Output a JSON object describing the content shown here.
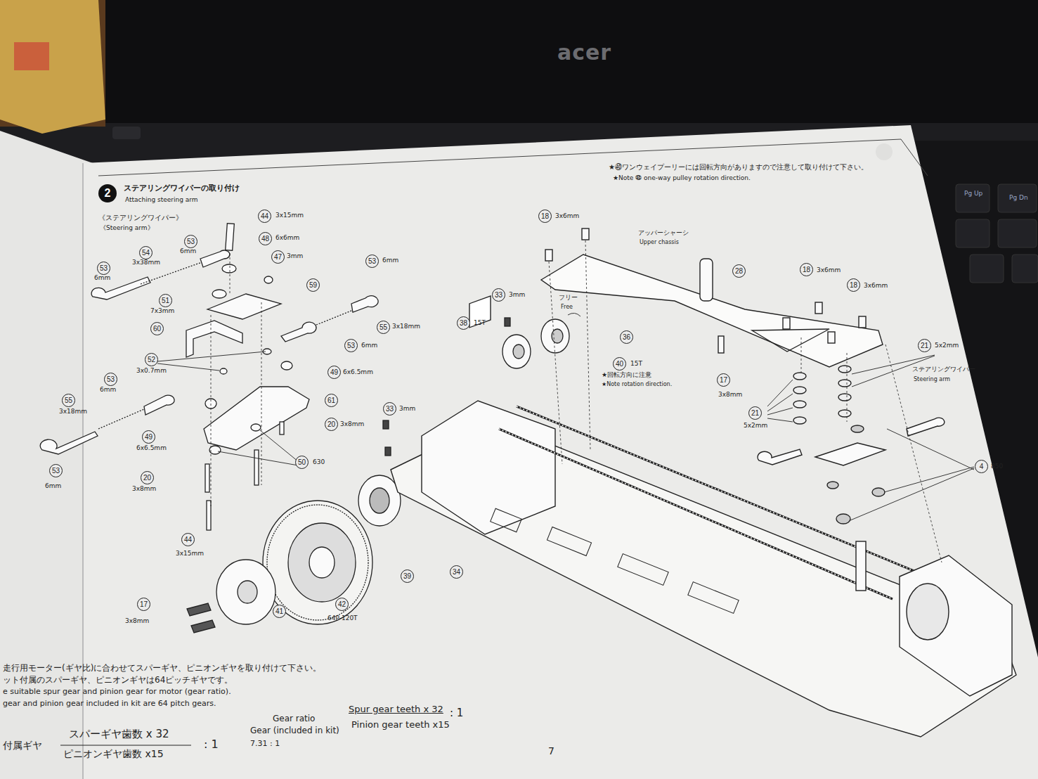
{
  "diagram": {
    "title": "ステアリングワイパーの取り付け",
    "nodes": [
      {
        "text": [
          "2"
        ]
      }
    ],
    "labels": [
      "★㊵ワンウェイプーリーには回転方向がありますので注意して取り付けて下さい。",
      "★Note ㊵ one-way pulley rotation direction.",
      "Attaching steering arm",
      "《ステアリングワイパー》",
      "《Steering arm》",
      "44",
      "3x15mm",
      "48",
      "6x6mm",
      "53",
      "6mm",
      "54",
      "3x38mm",
      "53",
      "6mm",
      "47",
      "3mm",
      "53",
      "6mm",
      "59",
      "51",
      "7x3mm",
      "60",
      "55",
      "3x18mm",
      "53",
      "6mm",
      "52",
      "3x0.7mm",
      "49",
      "6x6.5mm",
      "53",
      "6mm",
      "55",
      "3x18mm",
      "61",
      "20",
      "3x8mm",
      "49",
      "6x6.5mm",
      "50",
      "630",
      "53",
      "6mm",
      "20",
      "3x8mm",
      "44",
      "3x15mm",
      "17",
      "3x8mm",
      "41",
      "42",
      "64P-120T",
      "39",
      "34",
      "33",
      "3mm",
      "33",
      "3mm",
      "38",
      "15T",
      "フリー",
      "Free",
      "36",
      "40",
      "15T",
      "★回転方向に注意",
      "★Note rotation direction.",
      "18",
      "3x6mm",
      "アッパーシャーシ",
      "Upper chassis",
      "28",
      "18",
      "3x6mm",
      "18",
      "3x6mm",
      "17",
      "3x8mm",
      "21",
      "5x2mm",
      "ステアリングワイパー",
      "Steering arm",
      "21",
      "5x2mm",
      "4",
      "850",
      "走行用モーター(ギヤ比)に合わせてスパーギヤ、ピニオンギヤを取り付けて下さい。",
      "ット付属のスパーギヤ、ピニオンギヤは64ピッチギヤです。",
      "e suitable spur gear and pinion gear for motor (gear ratio).",
      "gear and pinion gear included in kit are 64 pitch gears.",
      "Gear ratio",
      "Gear (included in kit)",
      "7.31 : 1",
      "Spur gear teeth x 32",
      "Pinion gear teeth x15",
      ": 1",
      "付属ギヤ",
      "スパーギヤ歯数 x 32",
      "ピニオンギヤ歯数 x15",
      ": 1",
      "7",
      "acer",
      "Pg Up",
      "Pg Dn"
    ]
  }
}
